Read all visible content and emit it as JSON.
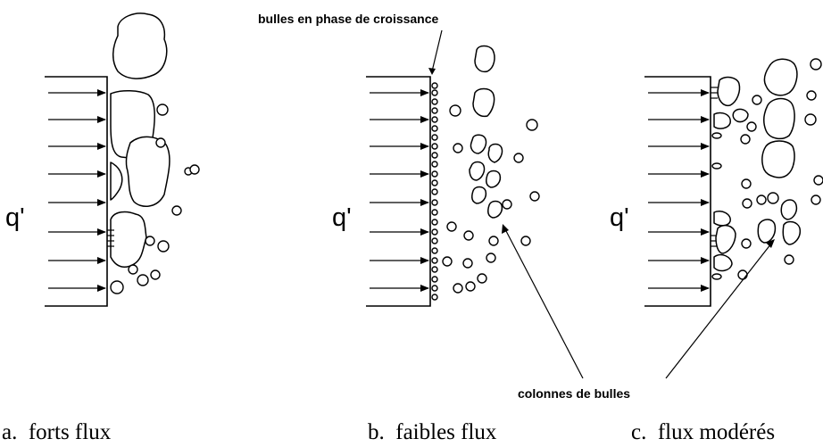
{
  "annotations": {
    "top": "bulles en phase de croissance",
    "bottom": "colonnes de bulles"
  },
  "panels": [
    {
      "id": "a",
      "heat_flux_label": "q'",
      "caption": "a.  forts flux"
    },
    {
      "id": "b",
      "heat_flux_label": "q'",
      "caption": "b.  faibles flux"
    },
    {
      "id": "c",
      "heat_flux_label": "q'",
      "caption": "c.  flux modérés"
    }
  ]
}
